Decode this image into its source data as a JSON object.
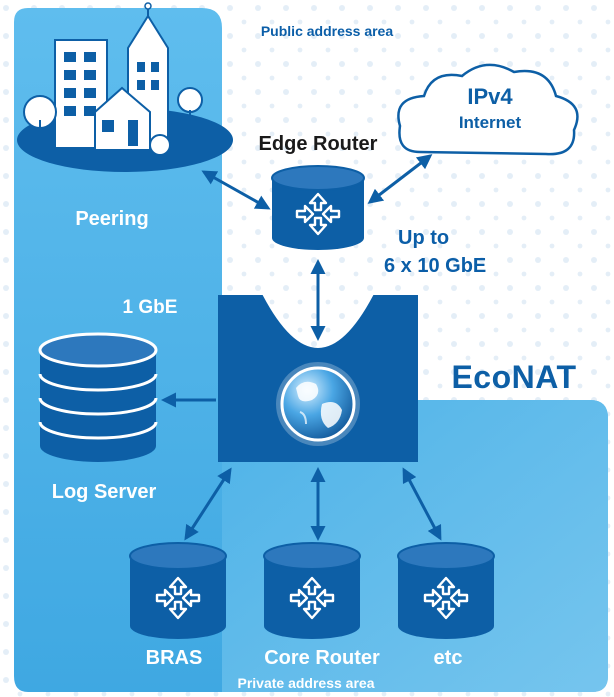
{
  "colors": {
    "background": "#ffffff",
    "dot_pattern": "#e4eef7",
    "public_area": "#f2f7fc",
    "private_area": "#57b9ea",
    "private_area_light": "#8fd2f3",
    "node_blue": "#0d5fa6",
    "arrow_blue": "#0d5fa6",
    "label_white": "#ffffff",
    "label_blue": "#0b5ea8",
    "econat_blue": "#0d5fa6"
  },
  "areas": {
    "public_label": "Public address area",
    "private_label": "Private address area"
  },
  "nodes": {
    "peering": {
      "label": "Peering",
      "icon": "city-buildings-icon"
    },
    "edge_router": {
      "label": "Edge Router",
      "icon": "router-icon"
    },
    "internet": {
      "line1": "IPv4",
      "line2": "Internet",
      "icon": "cloud-icon"
    },
    "econat": {
      "label": "EcoNAT",
      "icon": "globe-icon"
    },
    "log_server": {
      "label": "Log Server",
      "icon": "database-icon"
    },
    "bras": {
      "label": "BRAS",
      "icon": "router-icon"
    },
    "core_router": {
      "label": "Core Router",
      "icon": "router-icon"
    },
    "etc": {
      "label": "etc",
      "icon": "router-icon"
    }
  },
  "links": {
    "uplink_label_line1": "Up to",
    "uplink_label_line2": "6 x 10 GbE",
    "log_link_label": "1 GbE"
  }
}
